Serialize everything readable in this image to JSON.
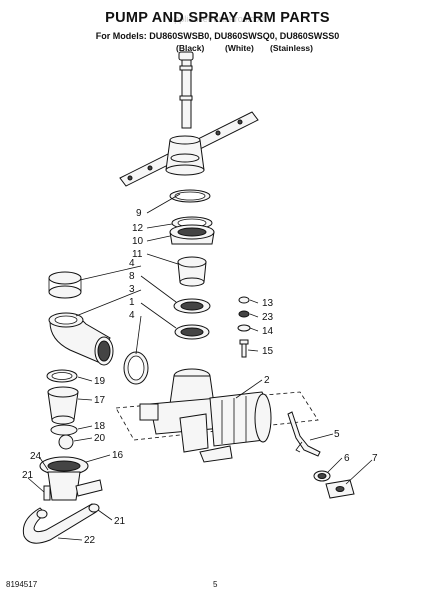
{
  "header": {
    "title": "PUMP AND SPRAY ARM PARTS",
    "watermark": "AppliancePartsPros.com",
    "models": "For Models: DU860SWSB0, DU860SWSQ0, DU860SWSS0",
    "variants": [
      "(Black)",
      "(White)",
      "(Stainless)"
    ]
  },
  "callouts": [
    "9",
    "12",
    "10",
    "11",
    "4",
    "8",
    "3",
    "1",
    "4",
    "13",
    "23",
    "14",
    "15",
    "2",
    "19",
    "17",
    "18",
    "20",
    "24",
    "16",
    "21",
    "5",
    "6",
    "7",
    "21",
    "22"
  ],
  "footer": {
    "doc_number": "8194517",
    "page": "5"
  }
}
